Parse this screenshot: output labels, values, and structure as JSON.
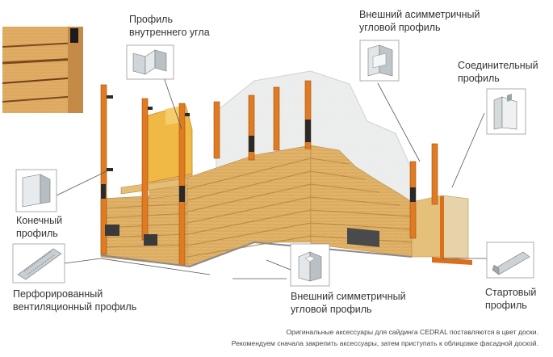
{
  "labels": {
    "inner_corner": [
      "Профиль",
      "внутреннего угла"
    ],
    "outer_asym": [
      "Внешний асимметричный",
      "угловой профиль"
    ],
    "connector": [
      "Соединительный",
      "профиль"
    ],
    "end_profile": [
      "Конечный",
      "профиль"
    ],
    "ventilation": [
      "Перфорированный",
      "вентиляционный профиль"
    ],
    "outer_sym": [
      "Внешний симметричный",
      "угловой профиль"
    ],
    "starter": [
      "Стартовый",
      "профиль"
    ]
  },
  "footnote": {
    "line1": "Оригинальные аксессуары для сайдинга CEDRAL поставляются в цвет доски.",
    "line2": "Рекомендуем сначала закрепить аксессуары, затем приступать к облицовке фасадной доской."
  },
  "colors": {
    "siding": "#e8c27a",
    "siding_dark": "#c99a4f",
    "studs": "#e07b22",
    "wall": "#e9ebea",
    "insulation": "#f2c24e",
    "leader": "#555555"
  }
}
